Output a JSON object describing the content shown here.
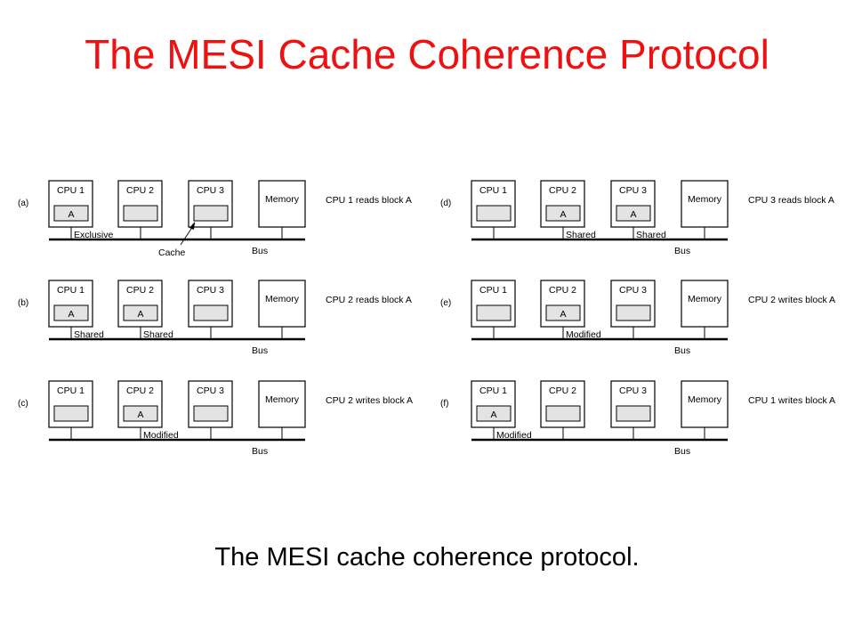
{
  "title": "The MESI Cache Coherence Protocol",
  "caption": "The MESI cache coherence protocol.",
  "diagram": {
    "cpu_labels": [
      "CPU 1",
      "CPU 2",
      "CPU 3"
    ],
    "memory_label": "Memory",
    "bus_label": "Bus",
    "cache_label": "Cache",
    "block_name": "A",
    "colors": {
      "cache": "#e3e3e3",
      "title": "#ee1111"
    },
    "panels": [
      {
        "id": "a",
        "label": "(a)",
        "action": "CPU 1 reads block A",
        "cached_in": [
          1
        ],
        "state": "Exclusive",
        "states": [
          "Exclusive",
          "",
          ""
        ],
        "show_cache_pointer": true
      },
      {
        "id": "b",
        "label": "(b)",
        "action": "CPU 2 reads block A",
        "cached_in": [
          1,
          2
        ],
        "states": [
          "Shared",
          "Shared",
          ""
        ]
      },
      {
        "id": "c",
        "label": "(c)",
        "action": "CPU 2 writes block A",
        "cached_in": [
          2
        ],
        "states": [
          "",
          "Modified",
          ""
        ]
      },
      {
        "id": "d",
        "label": "(d)",
        "action": "CPU 3 reads block A",
        "cached_in": [
          2,
          3
        ],
        "states": [
          "",
          "Shared",
          "Shared"
        ]
      },
      {
        "id": "e",
        "label": "(e)",
        "action": "CPU 2 writes block A",
        "cached_in": [
          2
        ],
        "states": [
          "",
          "Modified",
          ""
        ]
      },
      {
        "id": "f",
        "label": "(f)",
        "action": "CPU 1 writes block A",
        "cached_in": [
          1
        ],
        "states": [
          "Modified",
          "",
          ""
        ]
      }
    ]
  }
}
